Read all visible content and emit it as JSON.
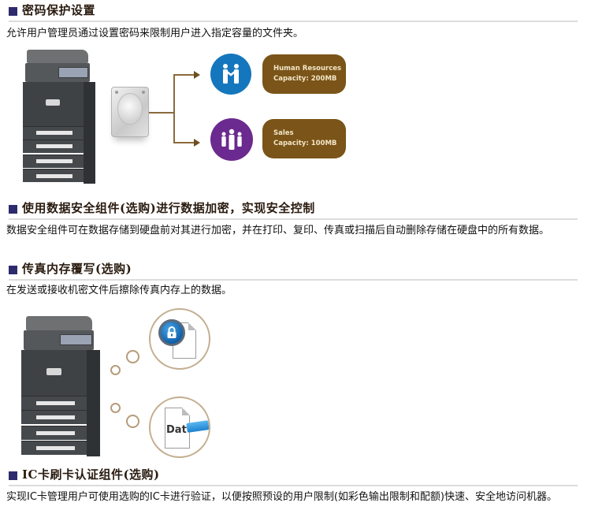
{
  "sections": [
    {
      "title": "密码保护设置",
      "body": "允许用户管理员通过设置密码来限制用户进入指定容量的文件夹。"
    },
    {
      "title": "使用数据安全组件(选购)进行数据加密，实现安全控制",
      "body": "数据安全组件可在数据存储到硬盘前对其进行加密，并在打印、复印、传真或扫描后自动删除存储在硬盘中的所有数据。"
    },
    {
      "title": "传真内存覆写(选购)",
      "body": "在发送或接收机密文件后擦除传真内存上的数据。"
    },
    {
      "title": "IC卡刷卡认证组件(选购)",
      "body": "实现IC卡管理用户可使用选购的IC卡进行验证，以便按照预设的用户限制(如彩色输出限制和配额)快速、安全地访问机器。"
    }
  ],
  "figure_password": {
    "icons": [
      "printer-icon",
      "hard-drive-icon",
      "handshake-icon",
      "group-icon"
    ],
    "folders": [
      {
        "name": "Human Resources",
        "capacity": "Capacity: 200MB",
        "icon_color": "#1477bd"
      },
      {
        "name": "Sales",
        "capacity": "Capacity: 100MB",
        "icon_color": "#6b2a8f"
      }
    ],
    "pill_color": "#7a5418",
    "connector_color": "#8a6a3a"
  },
  "figure_fax": {
    "icons": [
      "printer-icon",
      "lock-document-icon",
      "data-document-icon"
    ],
    "doc_label": "Dat"
  },
  "colors": {
    "heading_marker": "#2d2a6e",
    "heading_text": "#2a1b10",
    "divider": "#dcdcdc"
  }
}
